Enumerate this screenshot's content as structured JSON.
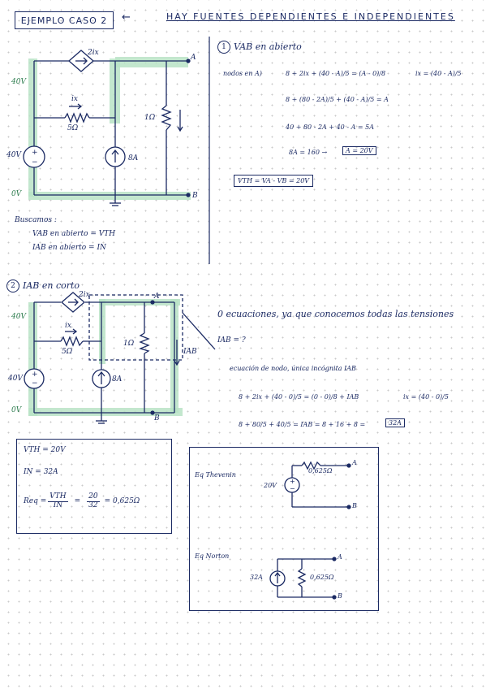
{
  "header": {
    "title": "EJEMPLO CASO 2",
    "arrow": "←",
    "note": "HAY FUENTES DEPENDIENTES E INDEPENDIENTES"
  },
  "circuit1": {
    "dep_source": "2ix",
    "node_a": "A",
    "node_b": "B",
    "v40": "40V",
    "v40_source": "40V",
    "v0": "0V",
    "ix": "ix",
    "r5": "5Ω",
    "r1": "1Ω",
    "i8": "8A"
  },
  "search": {
    "heading": "Buscamos :",
    "line1": "VAB en abierto = VTH",
    "line2": "IAB en abierto = IN"
  },
  "part1": {
    "num": "1",
    "heading": "VAB en abierto",
    "nodes_label": "nodos en A)",
    "eq1": "8 + 2ix + (40 - A)/5 = (A - 0)/8",
    "ix_def": "ix = (40 - A)/5",
    "eq2": "8 + (80 - 2A)/5 + (40 - A)/5 = A",
    "eq3": "40 + 80 - 2A + 40 - A = 5A",
    "eq4": "8A = 160 →",
    "result": "A = 20V",
    "vth": "VTH = VA - VB = 20V"
  },
  "part2": {
    "num": "2",
    "heading": "IAB en corto",
    "dep_source": "2ix",
    "ix": "ix",
    "r5": "5Ω",
    "r1": "1Ω",
    "i8": "8A",
    "iab": "IAB",
    "v40": "40V",
    "v40_source": "40V",
    "v0": "0V",
    "node_a": "A",
    "node_b": "B",
    "note1": "0 ecuaciones, ya que conocemos todas las tensiones",
    "note2": "IAB = ?",
    "note3": "ecuación de nodo, única incógnita IAB",
    "eq1": "8 + 2ix + (40 - 0)/5 = (0 - 0)/8 + IAB",
    "ix_def": "ix = (40 - 0)/5",
    "eq2": "8 + 80/5 + 40/5 = IAB = 8 + 16 + 8 =",
    "result": "32A"
  },
  "summary": {
    "vth": "VTH = 20V",
    "in": "IN = 32A",
    "req_label": "Req =",
    "req_num": "VTH",
    "req_den": "IN",
    "eq": "=",
    "num2": "20",
    "den2": "32",
    "result": "= 0,625Ω"
  },
  "equivalents": {
    "thevenin_label": "Eq Thevenin",
    "thevenin_v": "20V",
    "thevenin_r": "0,625Ω",
    "norton_label": "Eq Norton",
    "norton_i": "32A",
    "norton_r": "0,625Ω",
    "a": "A",
    "b": "B"
  }
}
